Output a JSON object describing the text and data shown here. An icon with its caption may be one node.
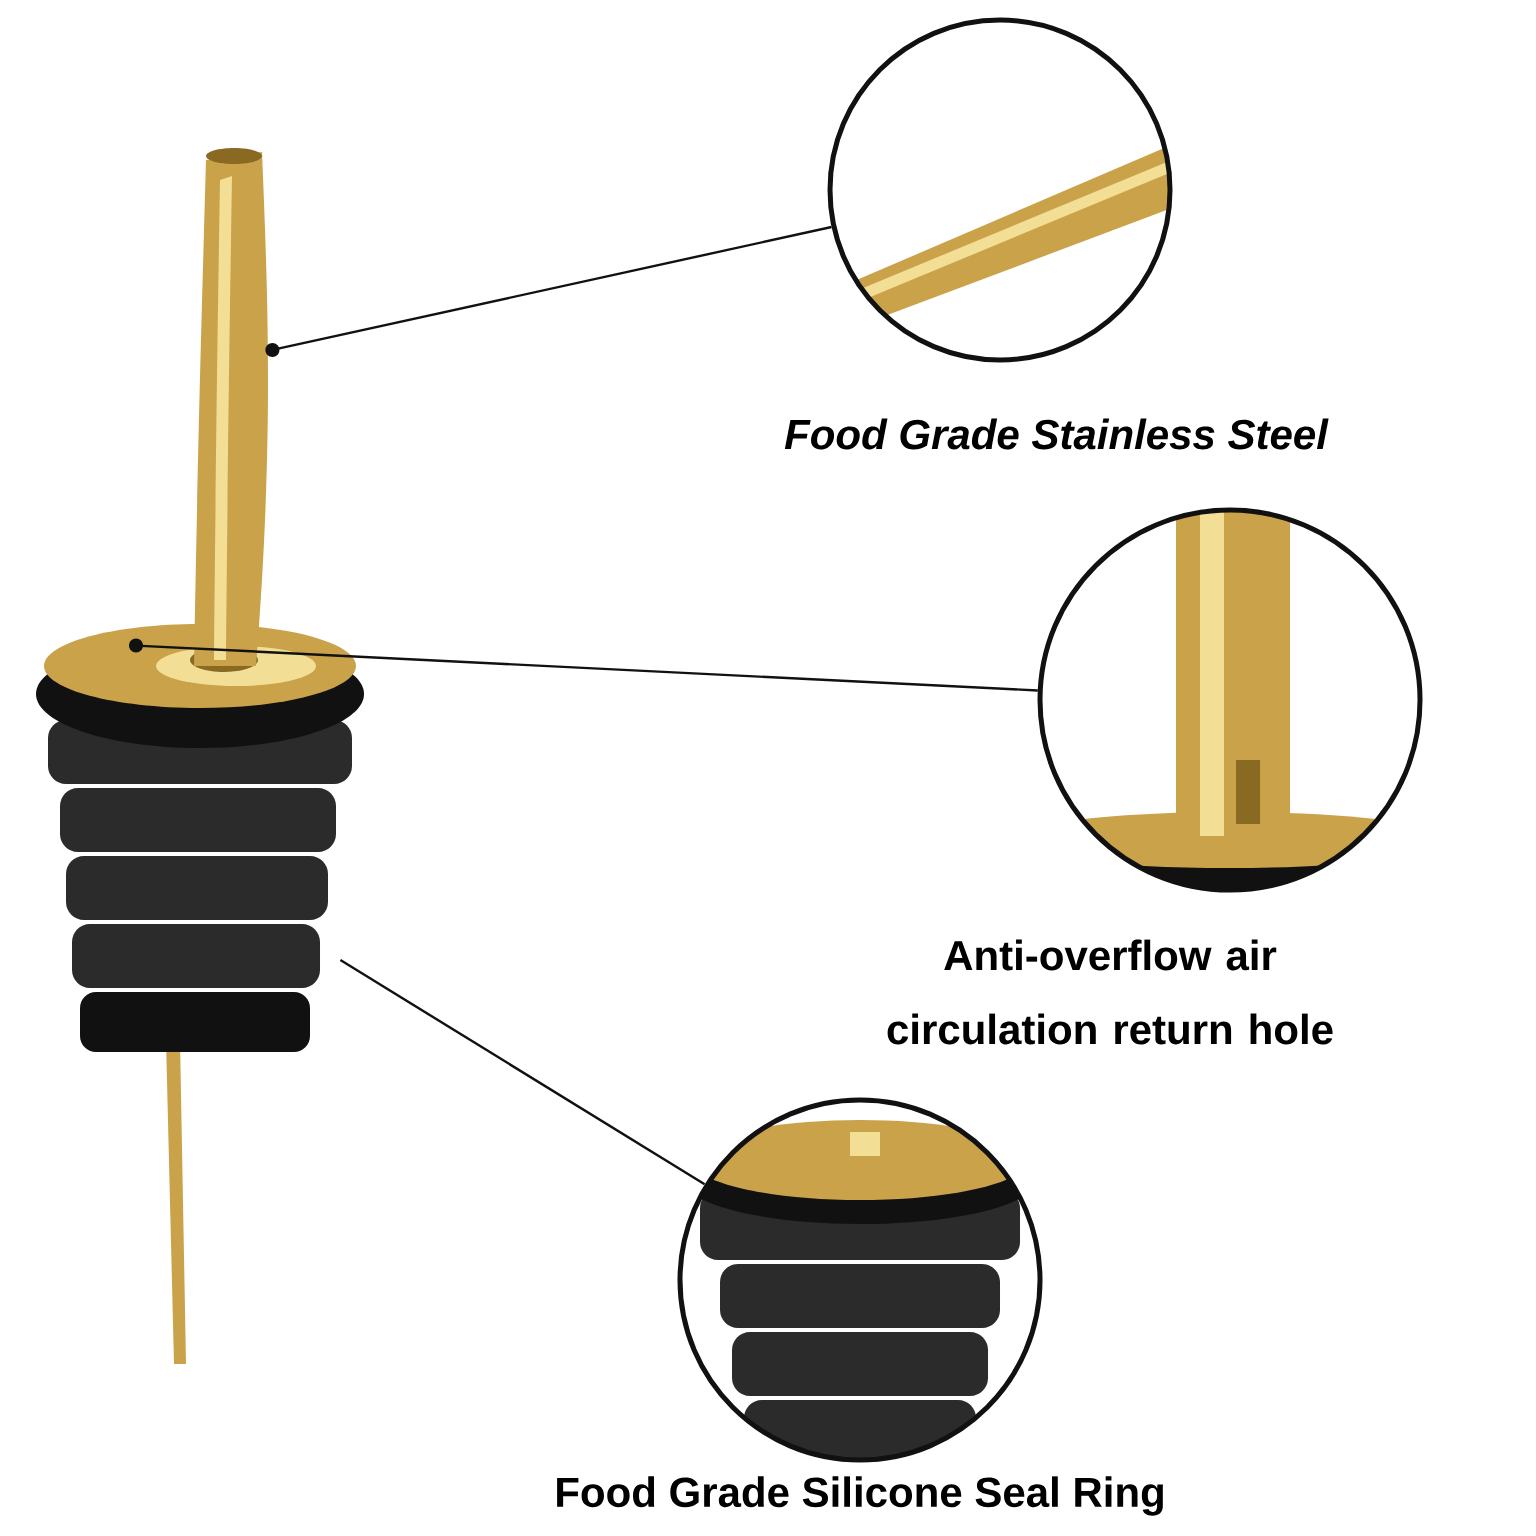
{
  "diagram": {
    "nodes": [
      {
        "text": [],
        "shape": "picture"
      },
      {
        "text": [],
        "shape": "picture"
      },
      {
        "text": [],
        "shape": "picture"
      },
      {
        "text": [],
        "shape": "circle",
        "beside": [
          "Food Grade Stainless Steel"
        ]
      },
      {
        "text": [],
        "shape": "circle",
        "beside": [
          "Anti-overflow air circulation return hole"
        ]
      },
      {
        "text": [],
        "shape": "circle",
        "beside": [
          "Food Grade Silicone Seal Ring"
        ]
      }
    ],
    "edges": [
      {
        "from": 0,
        "to": 3,
        "arrow": "other"
      },
      {
        "from": 1,
        "to": 4,
        "arrow": "other"
      },
      {
        "from": 2,
        "to": 5,
        "arrow": "none"
      }
    ]
  }
}
